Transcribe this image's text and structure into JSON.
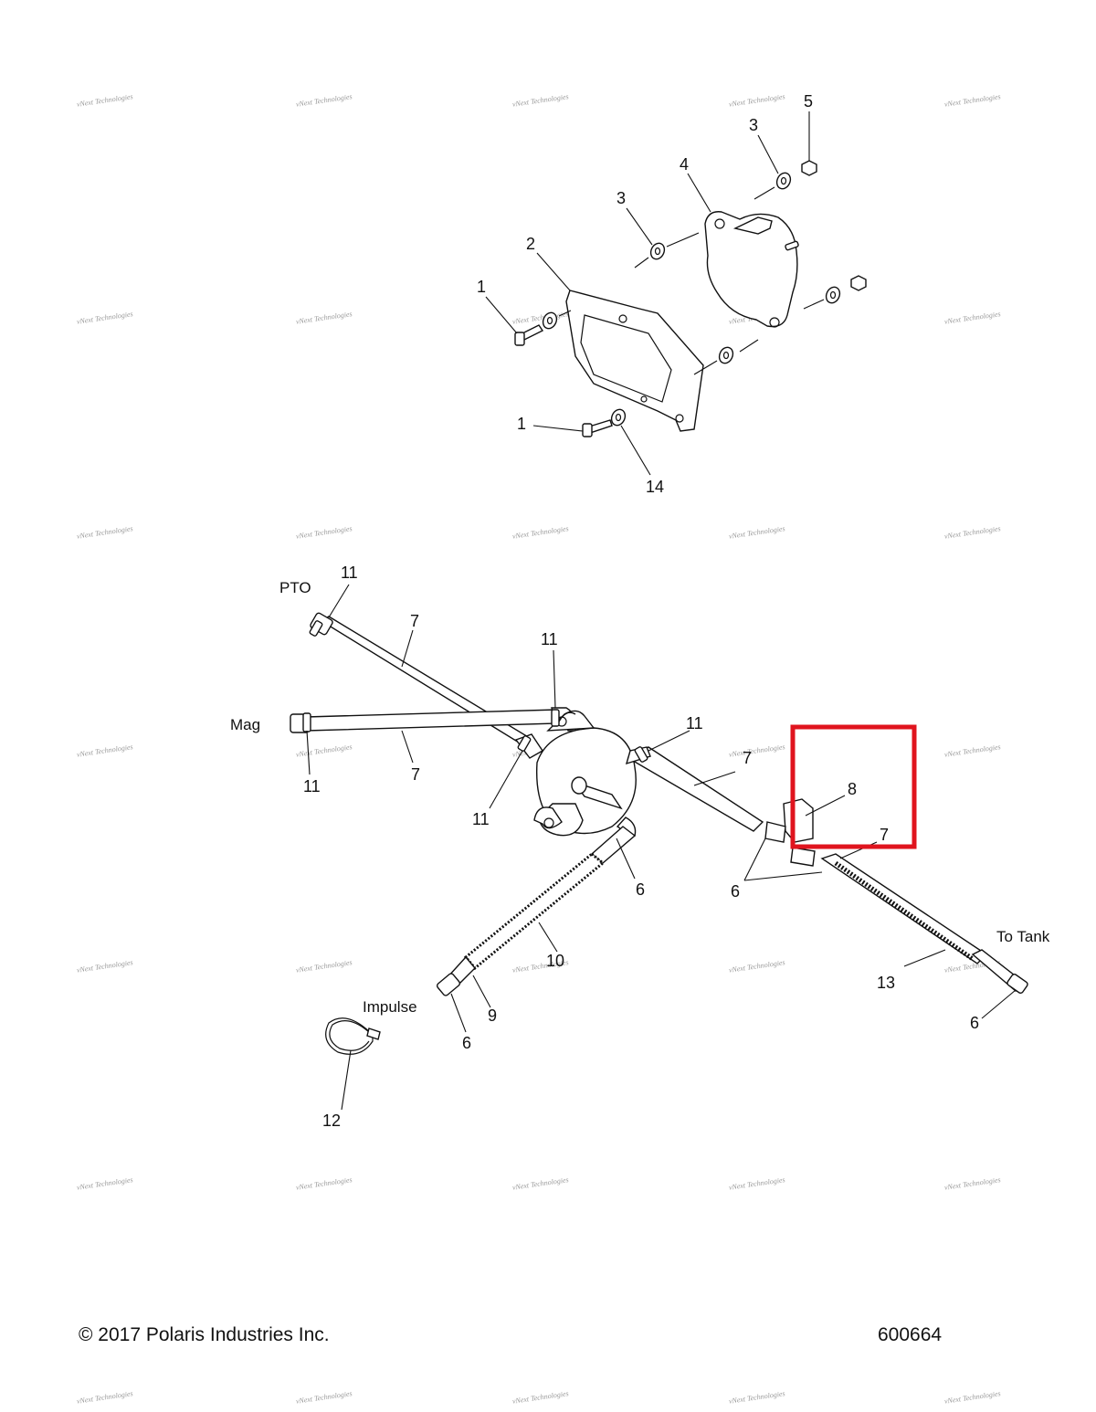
{
  "callouts": {
    "c1a": "1",
    "c1b": "1",
    "c2": "2",
    "c3a": "3",
    "c3b": "3",
    "c4": "4",
    "c5": "5",
    "c14": "14",
    "c11a": "11",
    "c11b": "11",
    "c11c": "11",
    "c11d": "11",
    "c11e": "11",
    "c7a": "7",
    "c7b": "7",
    "c7c": "7",
    "c7d": "7",
    "c8": "8",
    "c6a": "6",
    "c6b": "6",
    "c6c": "6",
    "c6d": "6",
    "c9": "9",
    "c10": "10",
    "c12": "12",
    "c13": "13"
  },
  "labels": {
    "pto": "PTO",
    "mag": "Mag",
    "impulse": "Impulse",
    "to_tank": "To Tank"
  },
  "watermark": "vNext Technologies",
  "footer": {
    "copyright": "© 2017 Polaris Industries Inc.",
    "figure_number": "600664"
  },
  "colors": {
    "highlight": "#e0141e",
    "line": "#111111",
    "watermark": "#9a9a9a"
  }
}
